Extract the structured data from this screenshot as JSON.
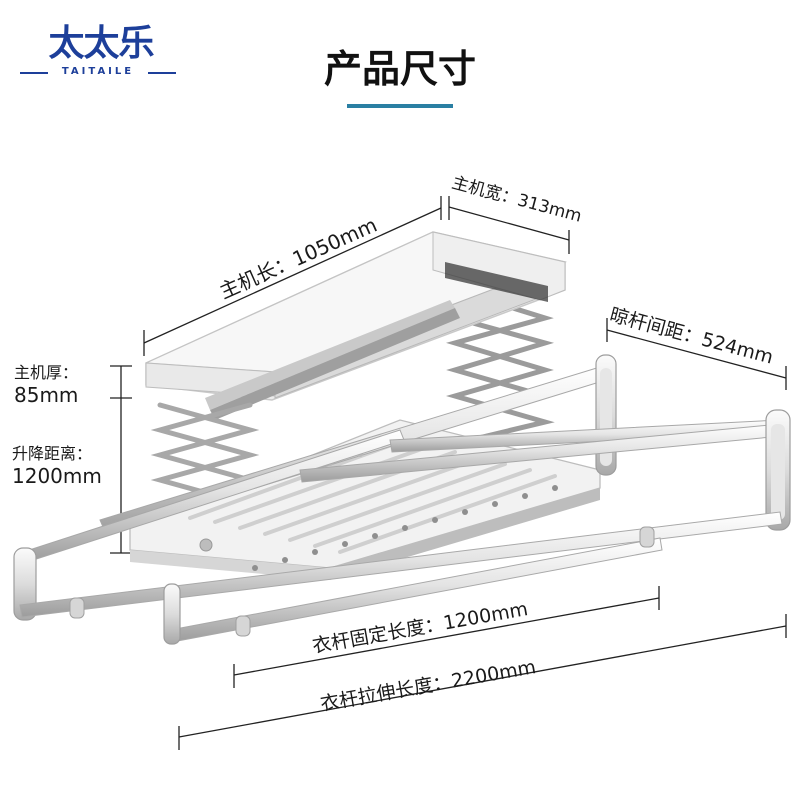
{
  "brand": {
    "name_cn": "太太乐",
    "name_en": "TAITAILE"
  },
  "title": "产品尺寸",
  "dimensions": {
    "host_length": "主机长：1050mm",
    "host_width": "主机宽：313mm",
    "rod_spacing": "晾杆间距：524mm",
    "host_thickness_label": "主机厚：",
    "host_thickness_value": "85mm",
    "lift_distance_label": "升降距离：",
    "lift_distance_value": "1200mm",
    "rod_fixed_length": "衣杆固定长度：1200mm",
    "rod_extended_length": "衣杆拉伸长度：2200mm"
  },
  "colors": {
    "brand_blue": "#1d3f9a",
    "accent_teal": "#2a7fa3",
    "metal_light": "#e8e8e8",
    "metal_dark": "#9a9a9a",
    "dim_line": "#222222"
  }
}
